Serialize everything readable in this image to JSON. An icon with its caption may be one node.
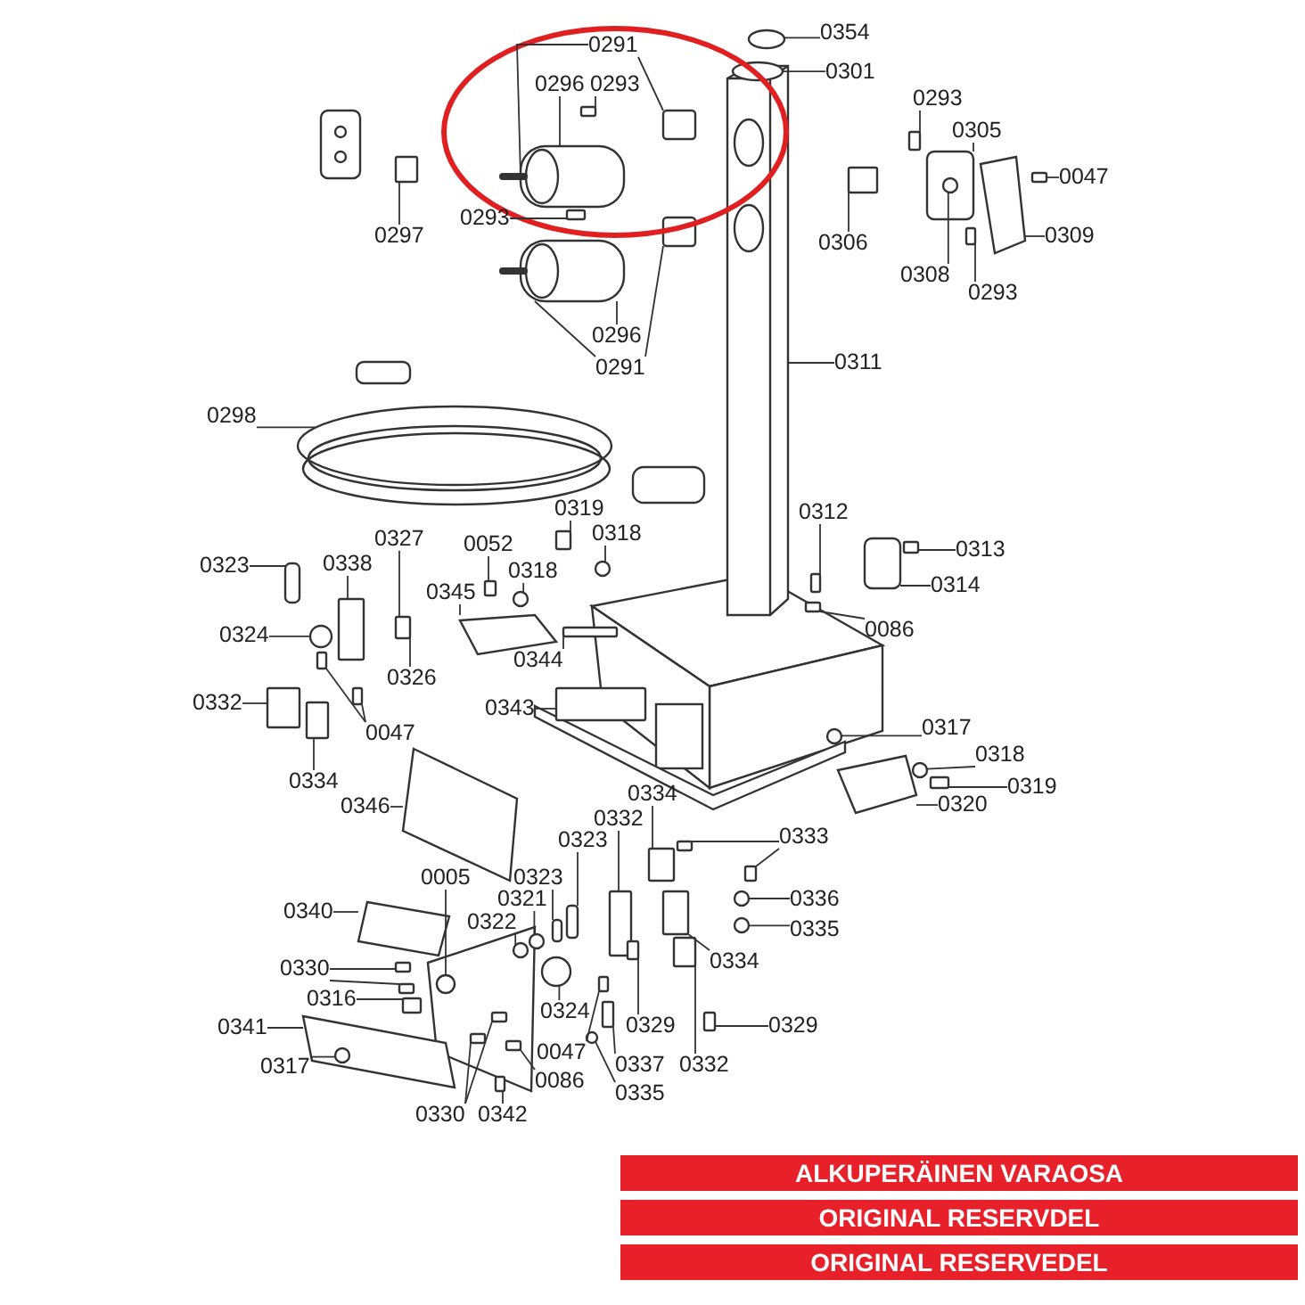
{
  "diagram": {
    "nodes": [
      {
        "text": [
          "0291"
        ]
      },
      {
        "text": [
          "0296"
        ]
      },
      {
        "text": [
          "0293"
        ]
      },
      {
        "text": [
          "0354"
        ]
      },
      {
        "text": [
          "0301"
        ]
      },
      {
        "text": [
          "0297"
        ]
      },
      {
        "text": [
          "0293"
        ]
      },
      {
        "text": [
          "0293"
        ]
      },
      {
        "text": [
          "0305"
        ]
      },
      {
        "text": [
          "0047"
        ]
      },
      {
        "text": [
          "0306"
        ]
      },
      {
        "text": [
          "0309"
        ]
      },
      {
        "text": [
          "0308"
        ]
      },
      {
        "text": [
          "0293"
        ]
      },
      {
        "text": [
          "0296"
        ]
      },
      {
        "text": [
          "0291"
        ]
      },
      {
        "text": [
          "0311"
        ]
      },
      {
        "text": [
          "0298"
        ]
      },
      {
        "text": [
          "0312"
        ]
      },
      {
        "text": [
          "0319"
        ]
      },
      {
        "text": [
          "0318"
        ]
      },
      {
        "text": [
          "0313"
        ]
      },
      {
        "text": [
          "0323"
        ]
      },
      {
        "text": [
          "0338"
        ]
      },
      {
        "text": [
          "0327"
        ]
      },
      {
        "text": [
          "0052"
        ]
      },
      {
        "text": [
          "0318"
        ]
      },
      {
        "text": [
          "0314"
        ]
      },
      {
        "text": [
          "0345"
        ]
      },
      {
        "text": [
          "0324"
        ]
      },
      {
        "text": [
          "0326"
        ]
      },
      {
        "text": [
          "0344"
        ]
      },
      {
        "text": [
          "0086"
        ]
      },
      {
        "text": [
          "0332"
        ]
      },
      {
        "text": [
          "0047"
        ]
      },
      {
        "text": [
          "0343"
        ]
      },
      {
        "text": [
          "0317"
        ]
      },
      {
        "text": [
          "0334"
        ]
      },
      {
        "text": [
          "0318"
        ]
      },
      {
        "text": [
          "0334"
        ]
      },
      {
        "text": [
          "0319"
        ]
      },
      {
        "text": [
          "0346"
        ]
      },
      {
        "text": [
          "0332"
        ]
      },
      {
        "text": [
          "0320"
        ]
      },
      {
        "text": [
          "0333"
        ]
      },
      {
        "text": [
          "0323"
        ]
      },
      {
        "text": [
          "0005"
        ]
      },
      {
        "text": [
          "0323"
        ]
      },
      {
        "text": [
          "0321"
        ]
      },
      {
        "text": [
          "0336"
        ]
      },
      {
        "text": [
          "0340"
        ]
      },
      {
        "text": [
          "0322"
        ]
      },
      {
        "text": [
          "0335"
        ]
      },
      {
        "text": [
          "0334"
        ]
      },
      {
        "text": [
          "0330"
        ]
      },
      {
        "text": [
          "0316"
        ]
      },
      {
        "text": [
          "0324"
        ]
      },
      {
        "text": [
          "0329"
        ]
      },
      {
        "text": [
          "0329"
        ]
      },
      {
        "text": [
          "0341"
        ]
      },
      {
        "text": [
          "0047"
        ]
      },
      {
        "text": [
          "0337"
        ]
      },
      {
        "text": [
          "0317"
        ]
      },
      {
        "text": [
          "0086"
        ]
      },
      {
        "text": [
          "0332"
        ]
      },
      {
        "text": [
          "0335"
        ]
      },
      {
        "text": [
          "0330"
        ]
      },
      {
        "text": [
          "0342"
        ]
      },
      {
        "text": [],
        "shape": "box"
      },
      {
        "text": [],
        "shape": "box"
      },
      {
        "text": [],
        "shape": "box"
      },
      {
        "text": [],
        "shape": "circle"
      },
      {
        "text": [],
        "shape": "circle"
      },
      {
        "text": [],
        "shape": "box"
      },
      {
        "text": [],
        "shape": "box"
      },
      {
        "text": [],
        "shape": "box"
      },
      {
        "text": [],
        "shape": "box"
      },
      {
        "text": [],
        "shape": "box"
      },
      {
        "text": [],
        "shape": "box"
      },
      {
        "text": [],
        "shape": "box"
      },
      {
        "text": [],
        "shape": "circle",
        "in": 76
      },
      {
        "text": [],
        "shape": "box"
      },
      {
        "text": [],
        "shape": "box"
      },
      {
        "text": [],
        "shape": "box"
      },
      {
        "text": [],
        "shape": "box"
      },
      {
        "text": [],
        "shape": "circle"
      },
      {
        "text": [],
        "shape": "box"
      },
      {
        "text": [],
        "shape": "box"
      },
      {
        "text": [],
        "shape": "circle"
      },
      {
        "text": [],
        "shape": "box"
      },
      {
        "text": [],
        "shape": "box"
      },
      {
        "text": [],
        "shape": "box"
      },
      {
        "text": [],
        "shape": "box"
      },
      {
        "text": [],
        "shape": "box"
      },
      {
        "text": [],
        "shape": "circle"
      },
      {
        "text": [],
        "shape": "box"
      },
      {
        "text": [],
        "shape": "box"
      },
      {
        "text": [],
        "shape": "circle"
      },
      {
        "text": [],
        "shape": "box"
      },
      {
        "text": [],
        "shape": "box"
      },
      {
        "text": [],
        "shape": "box"
      },
      {
        "text": [],
        "shape": "box"
      },
      {
        "text": [],
        "shape": "box"
      },
      {
        "text": [],
        "shape": "box"
      },
      {
        "text": [],
        "shape": "circle"
      },
      {
        "text": [],
        "shape": "box"
      },
      {
        "text": [],
        "shape": "circle"
      },
      {
        "text": [],
        "shape": "box"
      },
      {
        "text": [],
        "shape": "box"
      },
      {
        "text": [],
        "shape": "box"
      },
      {
        "text": [],
        "shape": "box"
      },
      {
        "text": [],
        "shape": "box"
      },
      {
        "text": [],
        "shape": "box"
      },
      {
        "text": [],
        "shape": "box"
      },
      {
        "text": [],
        "shape": "box"
      },
      {
        "text": [],
        "shape": "circle"
      },
      {
        "text": [],
        "shape": "box"
      },
      {
        "text": [],
        "shape": "circle"
      },
      {
        "text": [],
        "shape": "circle"
      },
      {
        "text": [],
        "shape": "box"
      },
      {
        "text": [],
        "shape": "circle"
      },
      {
        "text": [],
        "shape": "circle"
      },
      {
        "text": [],
        "shape": "box"
      },
      {
        "text": [],
        "shape": "box"
      },
      {
        "text": [],
        "shape": "box"
      },
      {
        "text": [],
        "shape": "box"
      },
      {
        "text": [],
        "shape": "circle"
      },
      {
        "text": [],
        "shape": "box"
      },
      {
        "text": [],
        "shape": "box"
      },
      {
        "text": [],
        "shape": "box"
      },
      {
        "text": [],
        "shape": "box"
      },
      {
        "text": [],
        "shape": "box"
      },
      {
        "text": [],
        "shape": "circle",
        "in": 129
      },
      {
        "text": [],
        "shape": "box"
      },
      {
        "text": [],
        "shape": "box"
      },
      {
        "text": [],
        "shape": "circle"
      },
      {
        "text": [],
        "shape": "box"
      },
      {
        "text": [],
        "shape": "box"
      },
      {
        "text": [],
        "shape": "box"
      }
    ],
    "edges": [
      {
        "from": 0,
        "to": 68,
        "arrow": "none"
      },
      {
        "from": 0,
        "to": 69,
        "arrow": "none"
      },
      {
        "from": 1,
        "to": 68,
        "arrow": "none"
      },
      {
        "from": 2,
        "to": 70,
        "arrow": "none"
      },
      {
        "from": 3,
        "to": 71,
        "arrow": "none"
      },
      {
        "from": 4,
        "to": 72,
        "arrow": "none"
      },
      {
        "from": 5,
        "to": 73,
        "arrow": "none"
      },
      {
        "from": 6,
        "to": 74,
        "arrow": "none"
      },
      {
        "from": 7,
        "to": 75,
        "arrow": "none"
      },
      {
        "from": 8,
        "to": 76,
        "arrow": "none"
      },
      {
        "from": 9,
        "to": 77,
        "arrow": "none"
      },
      {
        "from": 10,
        "to": 78,
        "arrow": "none"
      },
      {
        "from": 11,
        "to": 79,
        "arrow": "none"
      },
      {
        "from": 12,
        "to": 80,
        "arrow": "none"
      },
      {
        "from": 13,
        "to": 81,
        "arrow": "none"
      },
      {
        "from": 14,
        "to": 82,
        "arrow": "none"
      },
      {
        "from": 15,
        "to": 82,
        "arrow": "none"
      },
      {
        "from": 15,
        "to": 83,
        "arrow": "none"
      },
      {
        "from": 16,
        "to": 84,
        "arrow": "none"
      },
      {
        "from": 17,
        "to": 85,
        "arrow": "none"
      },
      {
        "from": 18,
        "to": 86,
        "arrow": "none"
      },
      {
        "from": 19,
        "to": 87,
        "arrow": "none"
      },
      {
        "from": 20,
        "to": 88,
        "arrow": "none"
      },
      {
        "from": 21,
        "to": 89,
        "arrow": "none"
      },
      {
        "from": 22,
        "to": 90,
        "arrow": "none"
      },
      {
        "from": 23,
        "to": 91,
        "arrow": "none"
      },
      {
        "from": 24,
        "to": 92,
        "arrow": "none"
      },
      {
        "from": 25,
        "to": 93,
        "arrow": "none"
      },
      {
        "from": 26,
        "to": 94,
        "arrow": "none"
      },
      {
        "from": 27,
        "to": 95,
        "arrow": "none"
      },
      {
        "from": 28,
        "to": 96,
        "arrow": "none"
      },
      {
        "from": 29,
        "to": 97,
        "arrow": "none"
      },
      {
        "from": 30,
        "to": 92,
        "arrow": "none"
      },
      {
        "from": 31,
        "to": 98,
        "arrow": "none"
      },
      {
        "from": 32,
        "to": 99,
        "arrow": "none"
      },
      {
        "from": 33,
        "to": 100,
        "arrow": "none"
      },
      {
        "from": 34,
        "to": 101,
        "arrow": "none"
      },
      {
        "from": 34,
        "to": 102,
        "arrow": "none"
      },
      {
        "from": 35,
        "to": 103,
        "arrow": "none"
      },
      {
        "from": 36,
        "to": 104,
        "arrow": "none"
      },
      {
        "from": 37,
        "to": 105,
        "arrow": "none"
      },
      {
        "from": 38,
        "to": 106,
        "arrow": "none"
      },
      {
        "from": 39,
        "to": 107,
        "arrow": "none"
      },
      {
        "from": 40,
        "to": 108,
        "arrow": "none"
      },
      {
        "from": 41,
        "to": 109,
        "arrow": "none"
      },
      {
        "from": 42,
        "to": 110,
        "arrow": "none"
      },
      {
        "from": 43,
        "to": 111,
        "arrow": "none"
      },
      {
        "from": 44,
        "to": 112,
        "arrow": "none"
      },
      {
        "from": 44,
        "to": 113,
        "arrow": "none"
      },
      {
        "from": 45,
        "to": 114,
        "arrow": "none"
      },
      {
        "from": 46,
        "to": 115,
        "arrow": "none"
      },
      {
        "from": 47,
        "to": 116,
        "arrow": "none"
      },
      {
        "from": 48,
        "to": 117,
        "arrow": "none"
      },
      {
        "from": 49,
        "to": 118,
        "arrow": "none"
      },
      {
        "from": 50,
        "to": 119,
        "arrow": "none"
      },
      {
        "from": 51,
        "to": 120,
        "arrow": "none"
      },
      {
        "from": 52,
        "to": 121,
        "arrow": "none"
      },
      {
        "from": 53,
        "to": 122,
        "arrow": "none"
      },
      {
        "from": 54,
        "to": 123,
        "arrow": "none"
      },
      {
        "from": 54,
        "to": 124,
        "arrow": "none"
      },
      {
        "from": 55,
        "to": 125,
        "arrow": "none"
      },
      {
        "from": 56,
        "to": 126,
        "arrow": "none"
      },
      {
        "from": 57,
        "to": 127,
        "arrow": "none"
      },
      {
        "from": 58,
        "to": 128,
        "arrow": "none"
      },
      {
        "from": 59,
        "to": 129,
        "arrow": "none"
      },
      {
        "from": 60,
        "to": 130,
        "arrow": "none"
      },
      {
        "from": 61,
        "to": 131,
        "arrow": "none"
      },
      {
        "from": 62,
        "to": 132,
        "arrow": "none"
      },
      {
        "from": 63,
        "to": 133,
        "arrow": "none"
      },
      {
        "from": 64,
        "to": 134,
        "arrow": "none"
      },
      {
        "from": 65,
        "to": 135,
        "arrow": "none"
      },
      {
        "from": 66,
        "to": 136,
        "arrow": "none"
      },
      {
        "from": 66,
        "to": 137,
        "arrow": "none"
      },
      {
        "from": 67,
        "to": 138,
        "arrow": "none"
      }
    ],
    "labels": [
      "ALKUPERÄINEN VARAOSA",
      "ORIGINAL RESERVDEL",
      "ORIGINAL RESERVEDEL"
    ]
  }
}
